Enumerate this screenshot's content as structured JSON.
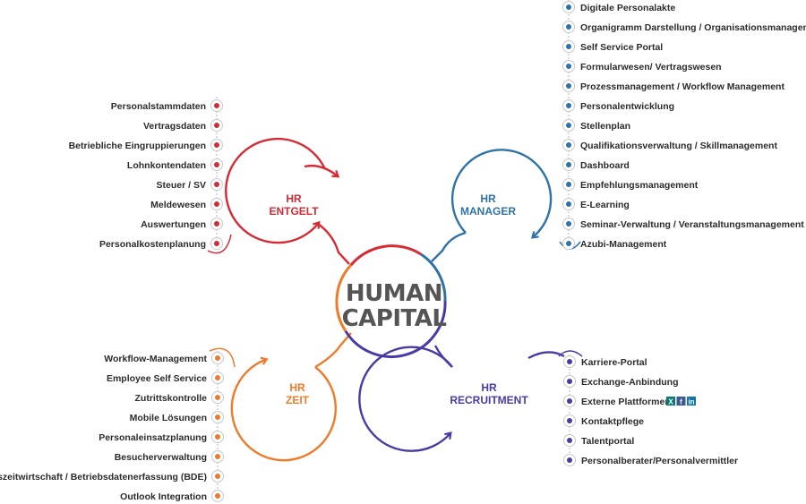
{
  "colors": {
    "entgelt": "#d62a35",
    "manager": "#2f72a8",
    "zeit": "#ef7b2a",
    "recruitment": "#4b3aa6",
    "line": "#b7b7b7",
    "text": "#2b2b2b",
    "hub_text": "#555555"
  },
  "hub": {
    "line1": "HUMAN",
    "line2": "CAPITAL"
  },
  "clusters": {
    "entgelt": {
      "title1": "HR",
      "title2": "ENTGELT",
      "items": [
        "Personalstammdaten",
        "Vertragsdaten",
        "Betriebliche Eingruppierungen",
        "Lohnkontendaten",
        "Steuer / SV",
        "Meldewesen",
        "Auswertungen",
        "Personalkostenplanung"
      ]
    },
    "manager": {
      "title1": "HR",
      "title2": "MANAGER",
      "items": [
        "Digitale Personalakte",
        "Organigramm Darstellung / Organisationsmanagement",
        "Self Service Portal",
        "Formularwesen/ Vertragswesen",
        "Prozessmanagement / Workflow Management",
        "Personalentwicklung",
        "Stellenplan",
        "Qualifikationsverwaltung / Skillmanagement",
        "Dashboard",
        "Empfehlungsmanagement",
        "E-Learning",
        "Seminar-Verwaltung / Veranstaltungsmanagement",
        "Azubi-Management"
      ]
    },
    "zeit": {
      "title1": "HR",
      "title2": "ZEIT",
      "items": [
        "Workflow-Management",
        "Employee Self Service",
        "Zutrittskontrolle",
        "Mobile Lösungen",
        "Personaleinsatzplanung",
        "Besucherverwaltung",
        "Auftragszeitwirtschaft / Betriebsdatenerfassung (BDE)",
        "Outlook Integration"
      ]
    },
    "recruitment": {
      "title1": "HR",
      "title2": "RECRUITMENT",
      "items": [
        "Karriere-Portal",
        "Exchange-Anbindung",
        "Externe Plattformen",
        "Kontaktpflege",
        "Talentportal",
        "Personalberater/Personalvermittler"
      ],
      "social_icons": [
        "xing-icon",
        "facebook-icon",
        "linkedin-icon"
      ]
    }
  }
}
